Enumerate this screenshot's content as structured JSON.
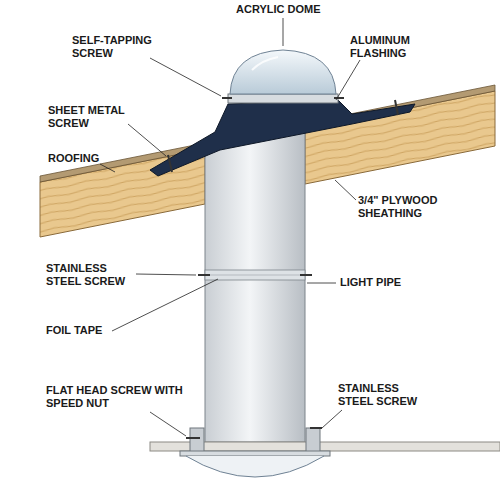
{
  "diagram": {
    "labels": [
      "ACRYLIC DOME",
      "SELF-TAPPING SCREW",
      "ALUMINUM FLASHING",
      "SHEET METAL SCREW",
      "ROOFING",
      "3/4\" PLYWOOD SHEATHING",
      "STAINLESS STEEL SCREW",
      "LIGHT PIPE",
      "FOIL TAPE",
      "FLAT HEAD SCREW WITH SPEED NUT",
      "STAINLESS STEEL SCREW"
    ]
  }
}
